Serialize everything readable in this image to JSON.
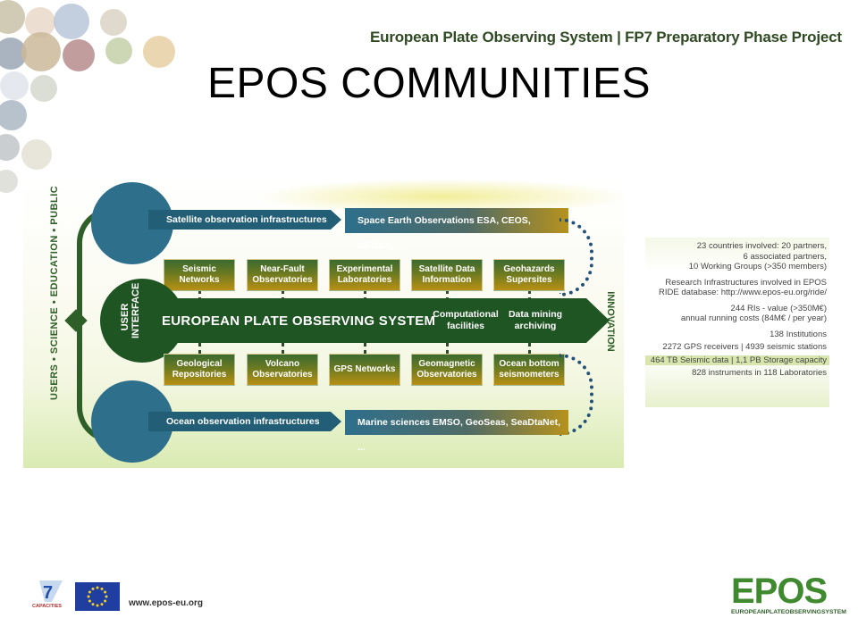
{
  "header": {
    "project_title": "European Plate Observing System | FP7 Preparatory Phase Project"
  },
  "page": {
    "title": "EPOS COMMUNITIES"
  },
  "diagram": {
    "side_label": "USERS • SCIENCE • EDUCATION • PUBLIC",
    "right_label": "INNOVATION",
    "satellite_arrow": "Satellite observation infrastructures",
    "satellite_box": "Space Earth Observations ESA, CEOS, GEOSS, ...",
    "ocean_arrow": "Ocean observation infrastructures",
    "ocean_box": "Marine sciences EMSO, GeoSeas, SeaDtaNet, ...",
    "user_interface": "USER INTERFACE",
    "main_bar": "EUROPEAN PLATE OBSERVING SYSTEM",
    "bar_items": [
      "Computational facilities",
      "Data mining archiving"
    ],
    "top_boxes": [
      "Seismic Networks",
      "Near-Fault Observatories",
      "Experimental Laboratories",
      "Satellite Data Information",
      "Geohazards Supersites"
    ],
    "bottom_boxes": [
      "Geological Repositories",
      "Volcano Observatories",
      "GPS Networks",
      "Geomagnetic Observatories",
      "Ocean bottom seismometers"
    ],
    "colors": {
      "dark_green": "#1f5423",
      "teal": "#2e6f8c",
      "gold": "#b89014"
    }
  },
  "stats": [
    {
      "text": "23 countries involved: 20 partners,",
      "highlight": false
    },
    {
      "text": "6 associated partners,",
      "highlight": false
    },
    {
      "text": "10 Working Groups (>350 members)",
      "highlight": false
    },
    {
      "text": "Research Infrastructures involved in EPOS",
      "highlight": false
    },
    {
      "text": "RIDE database: http://www.epos-eu.org/ride/",
      "highlight": false
    },
    {
      "text": "244 RIs - value (>350M€)",
      "highlight": false
    },
    {
      "text": "annual running costs (84M€ / per year)",
      "highlight": false
    },
    {
      "text": "138 Institutions",
      "highlight": false
    },
    {
      "text": "2272 GPS receivers | 4939 seismic stations",
      "highlight": false
    },
    {
      "text": "464 TB Seismic data | 1,1 PB Storage capacity",
      "highlight": true
    },
    {
      "text": "828 instruments in 118 Laboratories",
      "highlight": false
    }
  ],
  "footer": {
    "fp7_label": "CAPACITIES",
    "url": "www.epos-eu.org",
    "logo_word": "EPOS",
    "logo_sub": "EUROPEANPLATEOBSERVINGSYSTEM"
  }
}
